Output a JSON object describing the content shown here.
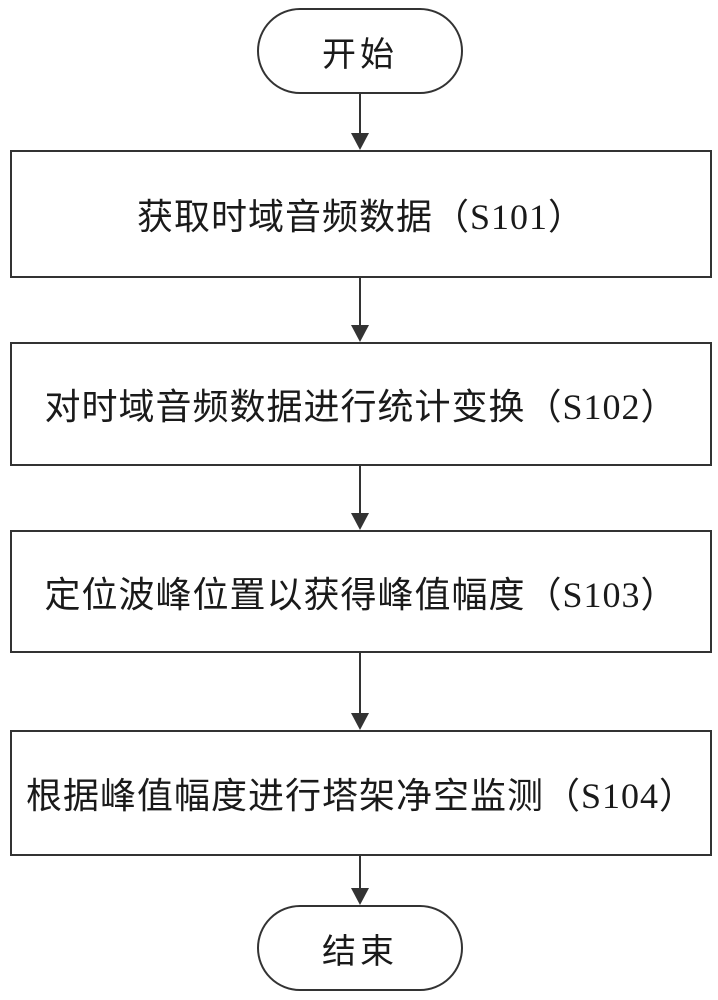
{
  "diagram": {
    "type": "flowchart",
    "direction": "top-down",
    "colors": {
      "line": "#333333",
      "text": "#1a1a1a",
      "background": "#ffffff"
    },
    "nodes": [
      {
        "id": "start",
        "shape": "terminator",
        "label": "开始"
      },
      {
        "id": "s101",
        "shape": "process",
        "label": "获取时域音频数据（S101）"
      },
      {
        "id": "s102",
        "shape": "process",
        "label": "对时域音频数据进行统计变换（S102）"
      },
      {
        "id": "s103",
        "shape": "process",
        "label": "定位波峰位置以获得峰值幅度（S103）"
      },
      {
        "id": "s104",
        "shape": "process",
        "label": "根据峰值幅度进行塔架净空监测（S104）"
      },
      {
        "id": "end",
        "shape": "terminator",
        "label": "结束"
      }
    ],
    "edges": [
      {
        "from": "start",
        "to": "s101"
      },
      {
        "from": "s101",
        "to": "s102"
      },
      {
        "from": "s102",
        "to": "s103"
      },
      {
        "from": "s103",
        "to": "s104"
      },
      {
        "from": "s104",
        "to": "end"
      }
    ]
  }
}
